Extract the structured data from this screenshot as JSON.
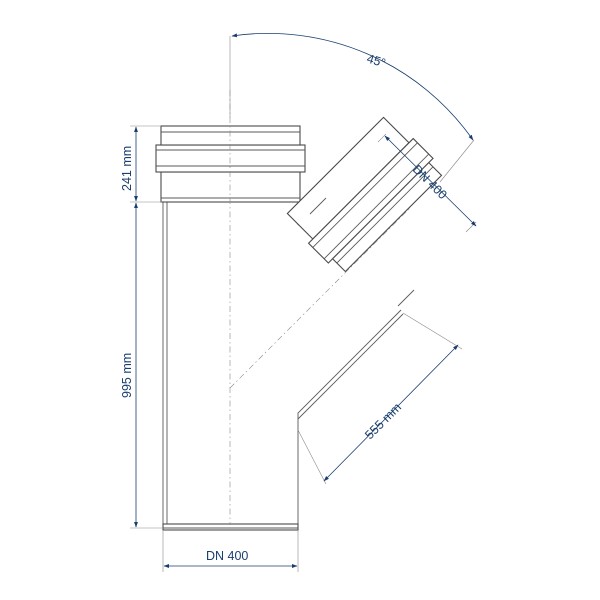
{
  "drawing": {
    "angle_label": "45°",
    "branch_dn_label": "DN 400",
    "socket_length_label": "241 mm",
    "body_length_label": "995 mm",
    "branch_length_label": "555 mm",
    "bottom_dn_label": "DN 400"
  },
  "colors": {
    "dimension": "#1a3f6e",
    "outline": "#4a4a4a"
  }
}
